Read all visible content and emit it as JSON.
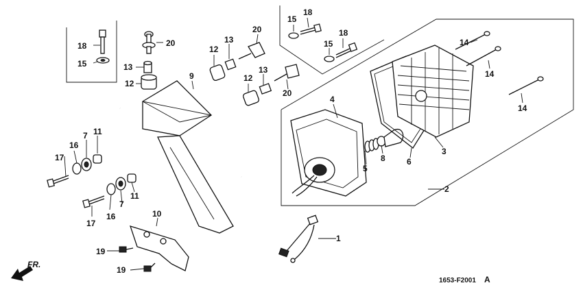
{
  "callouts": {
    "c1": "1",
    "c2": "2",
    "c3": "3",
    "c4": "4",
    "c5": "5",
    "c6": "6",
    "c7a": "7",
    "c7b": "7",
    "c8": "8",
    "c9": "9",
    "c10": "10",
    "c11a": "11",
    "c11b": "11",
    "c12a": "12",
    "c12b": "12",
    "c12c": "12",
    "c13a": "13",
    "c13b": "13",
    "c13c": "13",
    "c14a": "14",
    "c14b": "14",
    "c14c": "14",
    "c15a": "15",
    "c15b": "15",
    "c15c": "15",
    "c16a": "16",
    "c16b": "16",
    "c17a": "17",
    "c17b": "17",
    "c18a": "18",
    "c18b": "18",
    "c18c": "18",
    "c19a": "19",
    "c19b": "19",
    "c20a": "20",
    "c20b": "20",
    "c20c": "20"
  },
  "direction_label": "FR.",
  "diagram_code": "1653-F2001",
  "diagram_suffix": "A",
  "icons": {
    "direction": "front-direction-arrow-icon"
  }
}
